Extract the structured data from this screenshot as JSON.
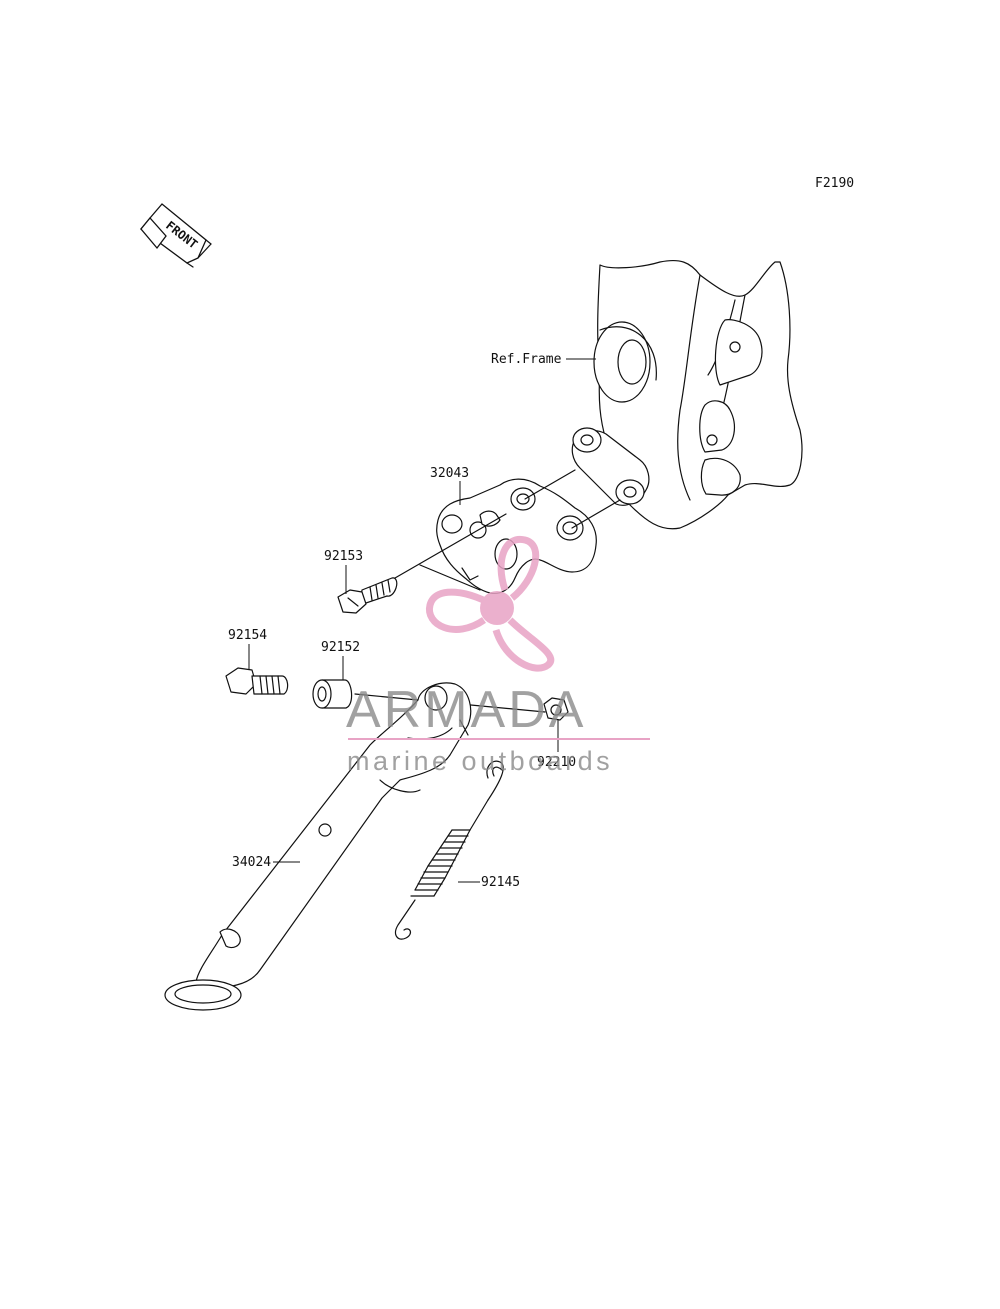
{
  "diagram_code": "F2190",
  "front_marker": "FRONT",
  "reference_label": "Ref.Frame",
  "parts": [
    {
      "number": "32043",
      "name": "bracket"
    },
    {
      "number": "92153",
      "name": "bolt-flanged"
    },
    {
      "number": "92154",
      "name": "bolt-pivot"
    },
    {
      "number": "92152",
      "name": "collar"
    },
    {
      "number": "92210",
      "name": "nut"
    },
    {
      "number": "34024",
      "name": "side-stand"
    },
    {
      "number": "92145",
      "name": "spring"
    }
  ],
  "watermark": {
    "brand": "ARMADA",
    "tagline": "marine outboards",
    "colors": {
      "logo": "#e8a3c5",
      "text": "#8a8a8a"
    }
  }
}
